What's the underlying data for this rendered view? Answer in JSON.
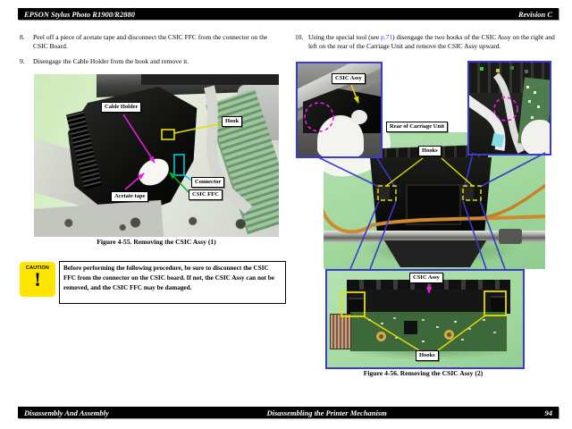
{
  "header": {
    "title": "EPSON Stylus Photo R1900/R2880",
    "revision": "Revision C"
  },
  "footer": {
    "left": "Disassembly And Assembly",
    "center": "Disassembling the Printer Mechanism",
    "page_number": "94"
  },
  "steps": {
    "s8": {
      "num": "8.",
      "text": "Peel off a piece of acetate tape and disconnect the CSIC FFC from the connector on the CSIC Board."
    },
    "s9": {
      "num": "9.",
      "text": "Disengage the Cable Holder from the hook and remove it."
    },
    "s10": {
      "num": "10.",
      "before": "Using the special tool (see ",
      "link": "p.71",
      "after": ") disengage the two hooks of the CSIC Assy on the right and left on the rear of the Carriage Unit and remove the CSIC Assy upward."
    }
  },
  "caution": {
    "badge": "CAUTION",
    "mark": "!",
    "text": "Before performing the following procedure, be sure to disconnect the CSIC FFC from the connector on the CSIC board. If not, the CSIC Assy can not be removed, and the CSIC FFC may be damaged."
  },
  "fig55": {
    "caption": "Figure 4-55. Removing the CSIC Assy (1)",
    "labels": {
      "cable_holder": "Cable Holder",
      "hook": "Hook",
      "connector": "Connector",
      "csic_ffc": "CSIC FFC",
      "acetate_tape": "Acetate tape"
    }
  },
  "fig56": {
    "caption": "Figure 4-56. Removing the CSIC Assy (2)",
    "labels": {
      "csic_assy": "CSIC Assy",
      "rear_of_carriage_unit": "Rear of Carriage Unit",
      "hooks": "Hooks"
    }
  },
  "colors": {
    "callout_blue": "#3a3ace",
    "highlight_yellow": "#e8df00",
    "arrow_magenta": "#e81ee0",
    "box_cyan": "#00c8e0",
    "arrow_green": "#00b82a",
    "link_blue": "#3333ee",
    "caution_yellow": "#ffe600",
    "bar_black": "#000000"
  }
}
